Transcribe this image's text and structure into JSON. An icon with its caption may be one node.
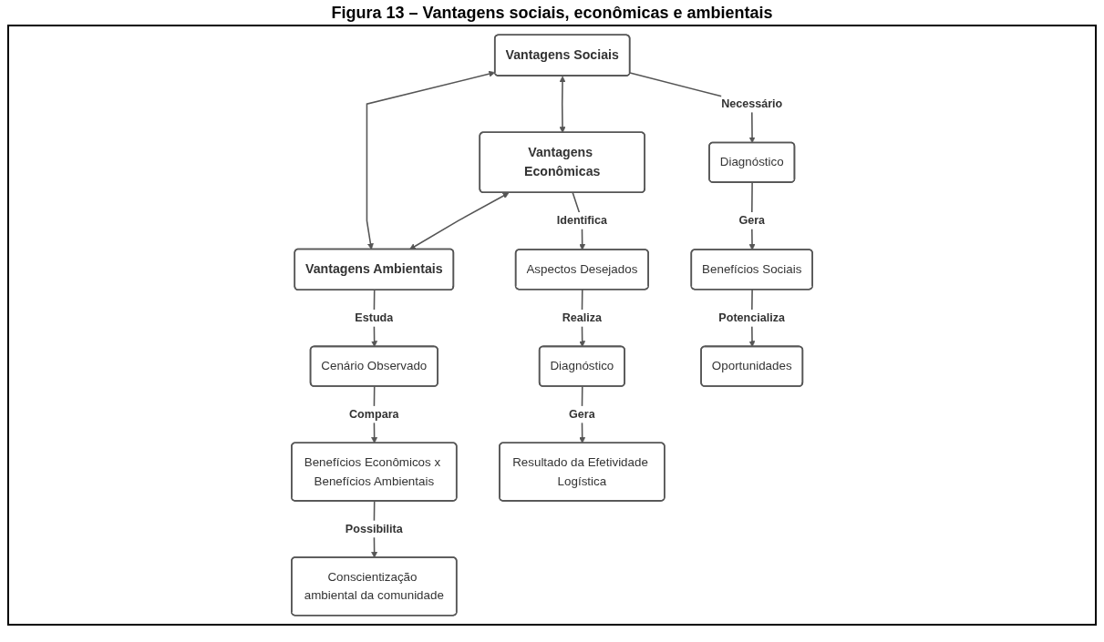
{
  "diagram": {
    "title": "Figura 13 – Vantagens sociais, econômicas e ambientais",
    "nodes": [
      {
        "text": [
          "Vantagens Sociais"
        ]
      },
      {
        "text": [
          "Vantagens Econômicas"
        ]
      },
      {
        "text": [
          "Vantagens Ambientais"
        ]
      },
      {
        "text": [
          "Diagnóstico"
        ]
      },
      {
        "text": [
          "Aspectos Desejados"
        ]
      },
      {
        "text": [
          "Cenário Observado"
        ]
      },
      {
        "text": [
          "Benefícios Sociais"
        ]
      },
      {
        "text": [
          "Diagnóstico"
        ]
      },
      {
        "text": [
          "Benefícios Econômicos x Benefícios Ambientais"
        ]
      },
      {
        "text": [
          "Oportunidades"
        ]
      },
      {
        "text": [
          "Resultado da Efetividade Logística"
        ]
      },
      {
        "text": [
          "Conscientização ambiental da comunidade"
        ]
      }
    ],
    "edges": [
      {
        "from": 0,
        "to": 1,
        "arrow": "both"
      },
      {
        "from": 1,
        "to": 2,
        "arrow": "both"
      },
      {
        "from": 0,
        "to": 3,
        "arrow": "to",
        "label": "Necessário"
      },
      {
        "from": 3,
        "to": 6,
        "arrow": "to",
        "label": "Gera"
      },
      {
        "from": 6,
        "to": 9,
        "arrow": "to",
        "label": "Potencializa"
      },
      {
        "from": 1,
        "to": 4,
        "arrow": "to",
        "label": "Identifica"
      },
      {
        "from": 4,
        "to": 7,
        "arrow": "to",
        "label": "Realiza"
      },
      {
        "from": 7,
        "to": 10,
        "arrow": "to",
        "label": "Gera"
      },
      {
        "from": 2,
        "to": 5,
        "arrow": "to",
        "label": "Estuda"
      },
      {
        "from": 5,
        "to": 8,
        "arrow": "to",
        "label": "Compara"
      },
      {
        "from": 8,
        "to": 11,
        "arrow": "to",
        "label": "Possibilita"
      },
      {
        "from": 0,
        "to": 2,
        "arrow": "both"
      }
    ]
  }
}
